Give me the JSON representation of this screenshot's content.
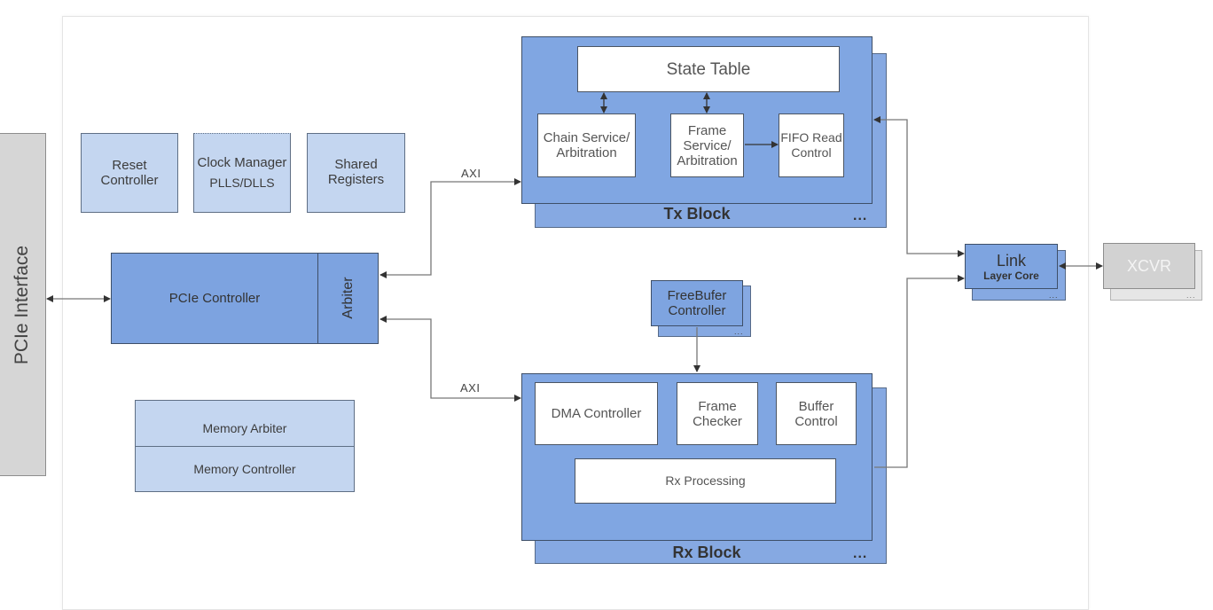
{
  "blocks": {
    "pcie_interface": "PCIe Interface",
    "reset_controller": [
      "Reset",
      "Controller"
    ],
    "clock_manager": [
      "Clock Manager",
      "PLLS/DLLS"
    ],
    "shared_registers": [
      "Shared",
      "Registers"
    ],
    "pcie_controller": "PCIe Controller",
    "arbiter": "Arbiter",
    "memory_arbiter": "Memory Arbiter",
    "memory_controller": "Memory Controller",
    "state_table": "State Table",
    "chain_service": [
      "Chain Service/",
      "Arbitration"
    ],
    "frame_service": [
      "Frame",
      "Service/",
      "Arbitration"
    ],
    "fifo_read": [
      "FIFO Read",
      "Control"
    ],
    "tx_block": "Tx Block",
    "freebuffer_controller": [
      "FreeBufer",
      "Controller"
    ],
    "dma_controller": "DMA Controller",
    "frame_checker": [
      "Frame",
      "Checker"
    ],
    "buffer_control": [
      "Buffer",
      "Control"
    ],
    "rx_processing": "Rx Processing",
    "rx_block": "Rx Block",
    "link_layer": [
      "Link",
      "Layer Core"
    ],
    "xcvr": "XCVR"
  },
  "labels": {
    "axi_top": "AXI",
    "axi_bottom": "AXI",
    "more": "..."
  }
}
